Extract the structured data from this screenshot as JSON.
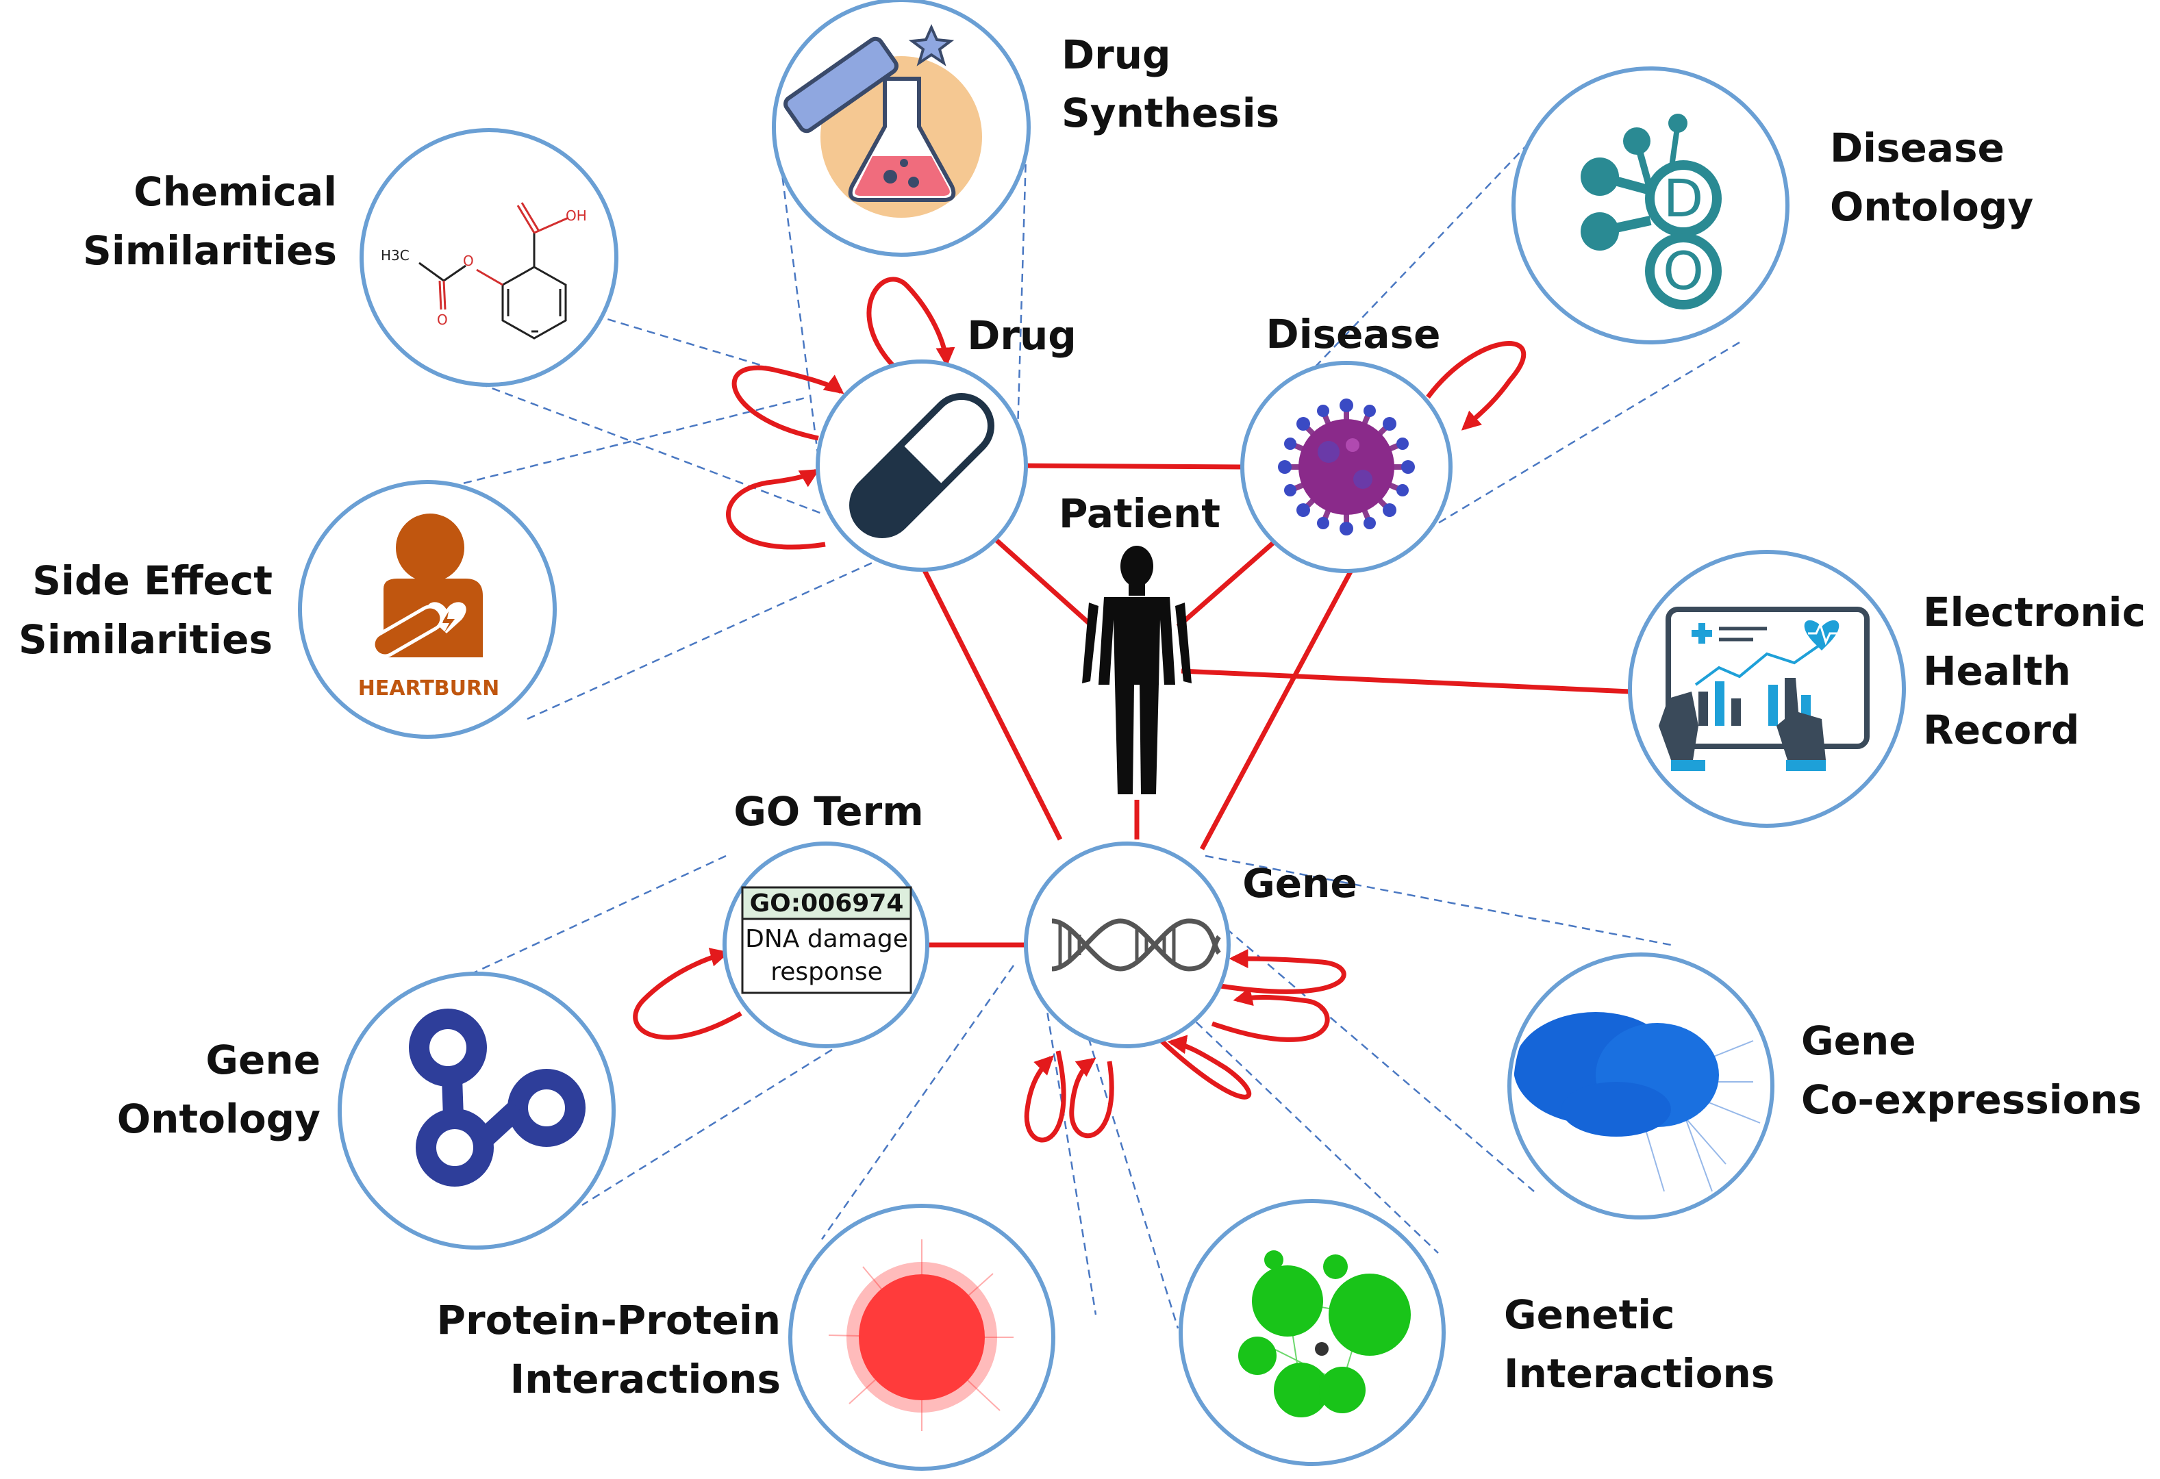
{
  "nodes": {
    "drug": "Drug",
    "disease": "Disease",
    "patient": "Patient",
    "gene": "Gene",
    "go_term": "GO Term"
  },
  "go_term_box": {
    "id": "GO:006974",
    "line1": "DNA damage",
    "line2": "response"
  },
  "sources": {
    "drug_synthesis": [
      "Drug",
      "Synthesis"
    ],
    "chemical_similarities": [
      "Chemical",
      "Similarities"
    ],
    "side_effect_similarities": [
      "Side Effect",
      "Similarities"
    ],
    "disease_ontology": [
      "Disease",
      "Ontology"
    ],
    "electronic_health_record": [
      "Electronic",
      "Health",
      "Record"
    ],
    "gene_ontology": [
      "Gene",
      "Ontology"
    ],
    "gene_coexpressions": [
      "Gene",
      "Co-expressions"
    ],
    "protein_protein_interactions": [
      "Protein-Protein",
      "Interactions"
    ],
    "genetic_interactions": [
      "Genetic",
      "Interactions"
    ]
  },
  "icon_text": {
    "heartburn": "HEARTBURN",
    "oh": "OH",
    "h3c": "H3C",
    "o_ring": "O",
    "o_keto": "O",
    "do_d": "D",
    "do_o": "O"
  },
  "colors": {
    "edge": "#e31a1c",
    "node_ring": "#6a9fd4",
    "dash": "#4a78c2",
    "ppi": "#ff3b3b",
    "genetic": "#19c419",
    "coexp": "#1565d8",
    "go_logo": "#2e3e9a",
    "disease_ontology": "#2a8a93",
    "heartburn": "#c0560f",
    "go_header": "#ddeedd"
  }
}
